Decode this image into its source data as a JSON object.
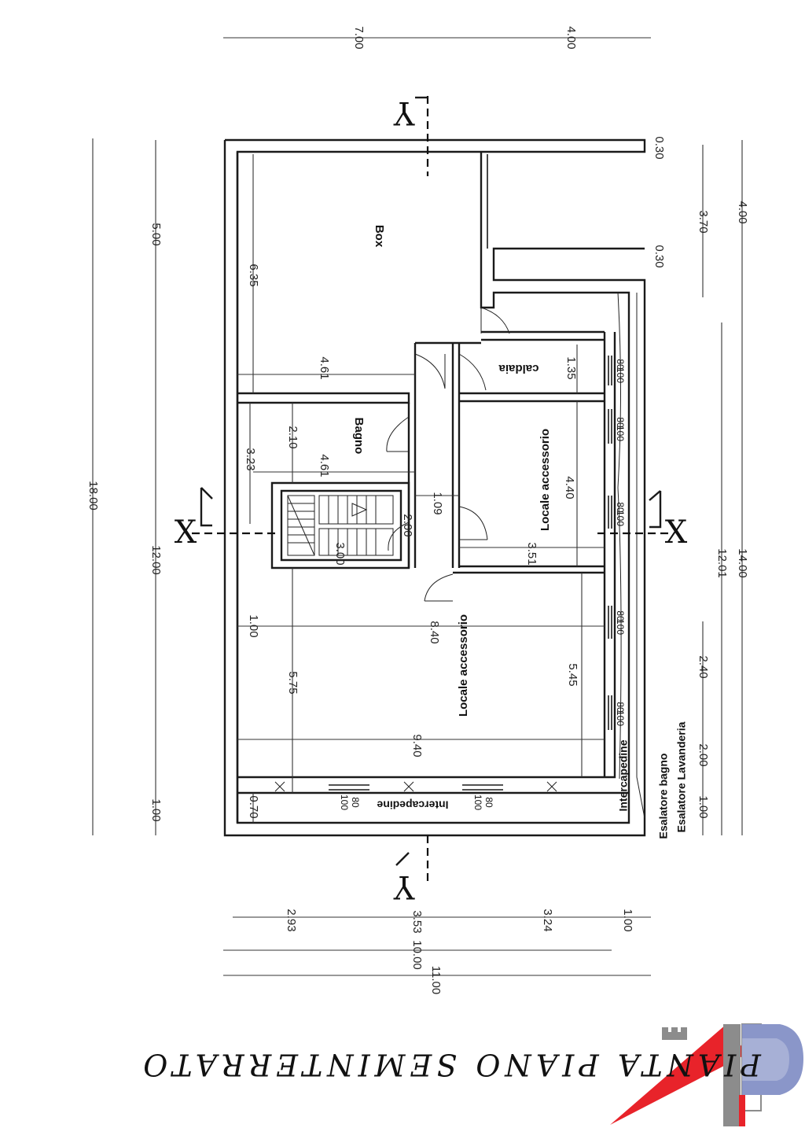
{
  "title": "PIANTA PIANO SEMINTERRATO",
  "section_labels": {
    "x": "X",
    "y": "Y"
  },
  "rooms": {
    "box": "Box",
    "caldaia": "caldaia",
    "bagno": "Bagno",
    "locale_accessorio_upper": "Locale accessorio",
    "locale_accessorio_lower": "Locale accessorio",
    "intercapedine_bottom": "Intercapedine",
    "intercapedine_right": "Intercapedine",
    "esalatore_bagno": "Esalatore bagno",
    "esalatore_lavanderia": "Esalatore Lavanderia"
  },
  "dimensions": {
    "top_700": "7.00",
    "top_400": "4.00",
    "left_1800": "18.00",
    "left_500": "5.00",
    "left_1200": "12.00",
    "left_100": "1.00",
    "right_030a": "0.30",
    "right_030b": "0.30",
    "right_370": "3.70",
    "right_400": "4.00",
    "right_1201": "12.01",
    "right_1400": "14.00",
    "right_240": "2.40",
    "right_200": "2.00",
    "right_100": "1.00",
    "box_635": "6.35",
    "box_461": "4.61",
    "bagno_210": "2.10",
    "bagno_461": "4.61",
    "bagno_323": "3.23",
    "stair_200": "2.00",
    "stair_300": "3.00",
    "corridor_109": "1.09",
    "caldaia_135": "1.35",
    "upper_440": "4.40",
    "upper_351": "3.51",
    "lower_100": "1.00",
    "lower_840": "8.40",
    "lower_575": "5.75",
    "lower_545": "5.45",
    "lower_940": "9.40",
    "lower_070": "0.70",
    "bottom_293": "2.93",
    "bottom_353": "3.53",
    "bottom_324": "3.24",
    "bottom_100": "1.00",
    "bottom_1000": "10.00",
    "bottom_1100": "11.00"
  },
  "window_label": {
    "top": "100",
    "bottom": "80"
  },
  "logo": {
    "letter": "P",
    "colors": {
      "red": "#e8232a",
      "blue": "#8a96c9",
      "gray": "#8c8c8c"
    }
  }
}
